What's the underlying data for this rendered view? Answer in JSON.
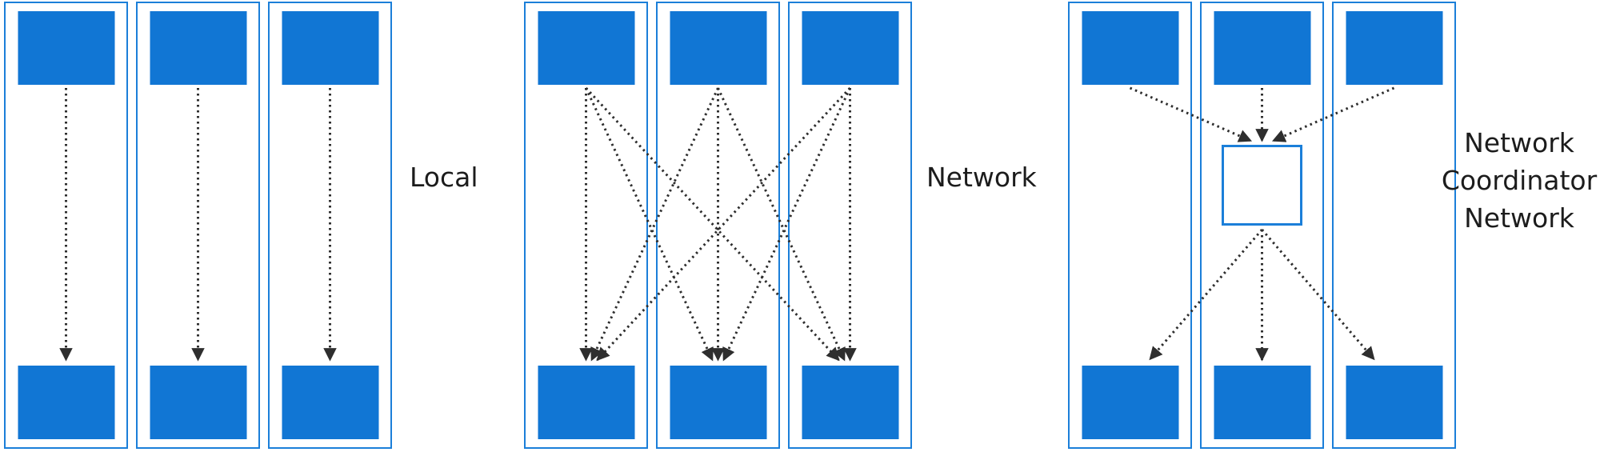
{
  "diagram": {
    "colors": {
      "background": "#ffffff",
      "node_fill": "#1176d4",
      "column_border": "#1b7fd9",
      "coordinator_border": "#1b7fd9",
      "arrow": "#2e2e2e",
      "label_text": "#1c1c1c"
    },
    "groups": [
      {
        "id": "local",
        "pattern": "direct",
        "columns": 3,
        "label_lines": [
          "Local"
        ]
      },
      {
        "id": "network",
        "pattern": "mesh",
        "columns": 3,
        "label_lines": [
          "Network"
        ]
      },
      {
        "id": "coordinator",
        "pattern": "hub",
        "columns": 3,
        "label_lines": [
          "Network",
          "Coordinator",
          "Network"
        ]
      }
    ]
  }
}
